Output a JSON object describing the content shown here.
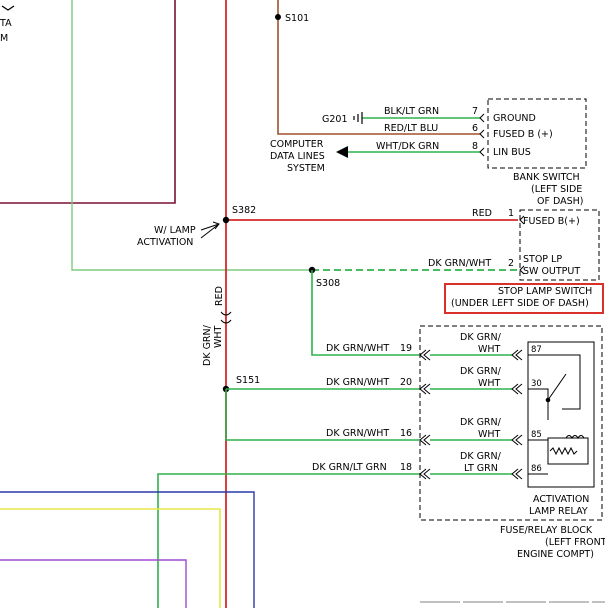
{
  "labels": {
    "top_left_1": "TA",
    "top_left_2": "M",
    "s101": "S101",
    "g201": "G201",
    "blk_lt_grn": "BLK/LT GRN",
    "red_lt_blu": "RED/LT BLU",
    "wht_dk_grn": "WHT/DK GRN",
    "computer_1": "COMPUTER",
    "computer_2": "DATA LINES",
    "computer_3": "SYSTEM",
    "s382": "S382",
    "w_lamp_1": "W/ LAMP",
    "w_lamp_2": "ACTIVATION",
    "red_right": "RED",
    "red_vertical": "RED",
    "dkgrn_wht_right": "DK GRN/WHT",
    "s308": "S308",
    "dkgrn_vert_1": "DK GRN/",
    "dkgrn_vert_2": "WHT",
    "s151": "S151",
    "wire_19": "DK GRN/WHT",
    "wire_20": "DK GRN/WHT",
    "wire_16": "DK GRN/WHT",
    "wire_18": "DK GRN/LT GRN",
    "rw_19_1": "DK GRN/",
    "rw_19_2": "WHT",
    "rw_20_1": "DK GRN/",
    "rw_20_2": "WHT",
    "rw_16_1": "DK GRN/",
    "rw_16_2": "WHT",
    "rw_18_1": "DK GRN/",
    "rw_18_2": "LT GRN"
  },
  "pins": {
    "p7": "7",
    "p6": "6",
    "p8": "8",
    "p1": "1",
    "p2": "2",
    "p19": "19",
    "p20": "20",
    "p16": "16",
    "p18": "18",
    "p87": "87",
    "p30": "30",
    "p85": "85",
    "p86": "86"
  },
  "bank_switch": {
    "ground": "GROUND",
    "fused": "FUSED B (+)",
    "lin_bus": "LIN BUS",
    "title_1": "BANK SWITCH",
    "title_2": "(LEFT SIDE",
    "title_3": "OF DASH)"
  },
  "stop_switch": {
    "fused": "FUSED B(+)",
    "stop_1": "STOP LP",
    "stop_2": "SW OUTPUT",
    "title_1": "STOP LAMP SWITCH",
    "title_2": "(UNDER LEFT SIDE OF DASH)"
  },
  "relay": {
    "title_1": "ACTIVATION",
    "title_2": "LAMP RELAY"
  },
  "fuse_block": {
    "title_1": "FUSE/RELAY BLOCK",
    "title_2": "(LEFT FRONT",
    "title_3": "ENGINE COMPT)"
  },
  "colors": {
    "red": "#d42a2a",
    "dark_red": "#7a1030",
    "brown": "#a0522d",
    "green": "#2fb24a",
    "light_green": "#7ecb7e",
    "blue": "#2a3aa8",
    "yellow": "#e8e84a",
    "purple": "#a04ad0",
    "gray": "#808080",
    "highlight": "#d9302a"
  }
}
